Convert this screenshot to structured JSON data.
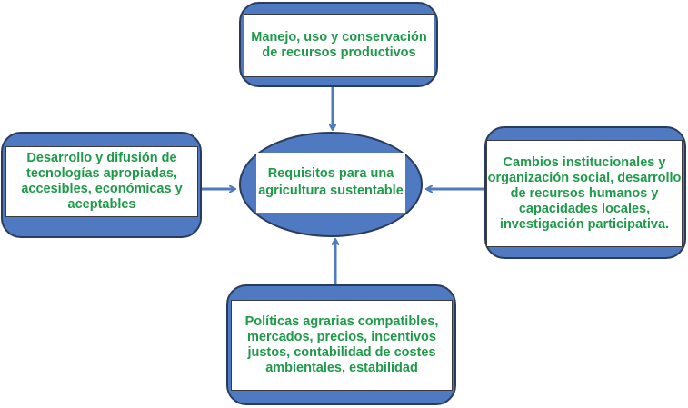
{
  "center": {
    "text": "Requisitos para una agricultura sustentable"
  },
  "top": {
    "text": "Manejo, uso y conservación de recursos productivos"
  },
  "left": {
    "text": "Desarrollo y difusión de tecnologías apropiadas, accesibles, económicas y aceptables"
  },
  "right": {
    "text": "Cambios institucionales y organización social, desarrollo de recursos humanos y capacidades locales, investigación participativa."
  },
  "bottom": {
    "text": "Políticas agrarias compatibles, mercados, precios, incentivos justos, contabilidad de costes ambientales, estabilidad"
  },
  "colors": {
    "fill": "#4f79c0",
    "border": "#2a3c5e",
    "text": "#1e9a4a",
    "arrow": "#4f79c0"
  }
}
